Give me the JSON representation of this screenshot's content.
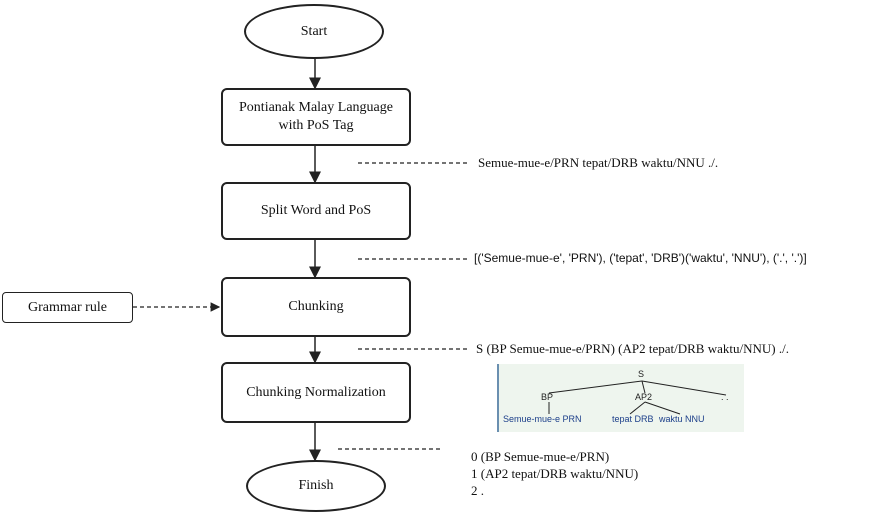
{
  "nodes": {
    "start": "Start",
    "step1": "Pontianak Malay Language\nwith PoS Tag",
    "step2": "Split Word and PoS",
    "step3": "Chunking",
    "step4": "Chunking Normalization",
    "finish": "Finish",
    "grammar": "Grammar rule"
  },
  "annotations": {
    "tagged": "Semue-mue-e/PRN tepat/DRB waktu/NNU ./.",
    "split": "[('Semue-mue-e', 'PRN'), ('tepat', 'DRB')('waktu', 'NNU'), ('.', '.')]",
    "chunked": "S (BP Semue-mue-e/PRN) (AP2 tepat/DRB waktu/NNU) ./."
  },
  "tree": {
    "root": "S",
    "bp": "BP",
    "ap2": "AP2",
    "dots": ". .",
    "leaf1": "Semue-mue-e PRN",
    "leaf2": "tepat DRB",
    "leaf3": "waktu NNU"
  },
  "output_lines": [
    "0 (BP Semue-mue-e/PRN)",
    "1 (AP2 tepat/DRB waktu/NNU)",
    "2 ."
  ]
}
